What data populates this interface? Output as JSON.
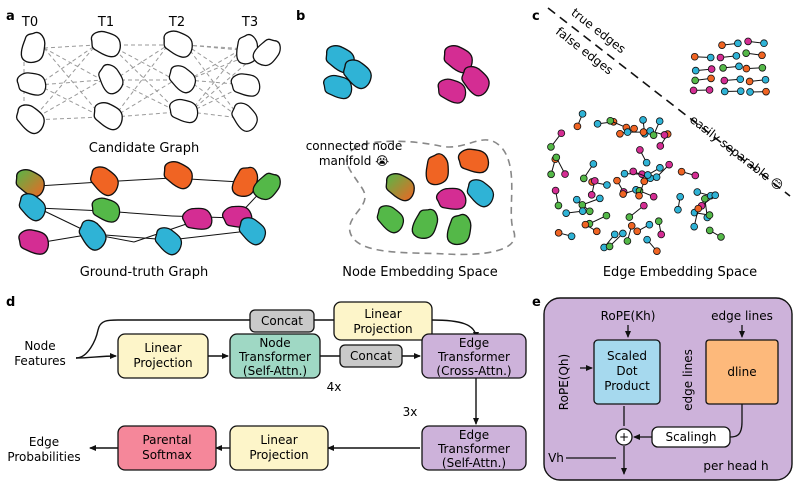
{
  "panels": {
    "a": {
      "letter": "a",
      "time_labels": [
        "T0",
        "T1",
        "T2",
        "T3"
      ],
      "candidate_caption": "Candidate Graph",
      "ground_truth_caption": "Ground-truth Graph"
    },
    "b": {
      "letter": "b",
      "manifold_label_line1": "connected node",
      "manifold_label_line2": "manifold 😭",
      "caption": "Node Embedding Space"
    },
    "c": {
      "letter": "c",
      "true_edges_label": "true edges",
      "false_edges_label": "false edges",
      "separable_label": "easily separable 😊",
      "caption": "Edge Embedding Space"
    },
    "d": {
      "letter": "d",
      "node_features_line1": "Node",
      "node_features_line2": "Features",
      "edge_probabilities_line1": "Edge",
      "edge_probabilities_line2": "Probabilities",
      "concat_top": "Concat",
      "linear_projection_top_line1": "Linear",
      "linear_projection_top_line2": "Projection",
      "linear_projection_left_line1": "Linear",
      "linear_projection_left_line2": "Projection",
      "node_transformer_line1": "Node",
      "node_transformer_line2": "Transformer",
      "node_transformer_line3": "(Self-Attn.)",
      "concat_mid": "Concat",
      "edge_transformer_cross_line1": "Edge",
      "edge_transformer_cross_line2": "Transformer",
      "edge_transformer_cross_line3": "(Cross-Attn.)",
      "repeat_4x": "4x",
      "repeat_3x": "3x",
      "edge_transformer_self_line1": "Edge",
      "edge_transformer_self_line2": "Transformer",
      "edge_transformer_self_line3": "(Self-Attn.)",
      "linear_projection_bottom_line1": "Linear",
      "linear_projection_bottom_line2": "Projection",
      "parental_softmax_line1": "Parental",
      "parental_softmax_line2": "Softmax"
    },
    "e": {
      "letter": "e",
      "rope_k": "RoPE(Kh)",
      "edge_lines_top": "edge lines",
      "rope_q": "RoPE(Qh)",
      "scaled_line1": "Scaled",
      "scaled_line2": "Dot",
      "scaled_line3": "Product",
      "edge_lines_side": "edge lines",
      "d_line": "dline",
      "plus": "+",
      "scaling": "Scalingh",
      "v_h": "Vh",
      "per_head": "per head h"
    }
  },
  "colors": {
    "orange": "#f06423",
    "blue": "#2fb3d6",
    "pink": "#d42d93",
    "green": "#54b848",
    "yellow_box": "#fdf5c9",
    "teal_box": "#9fd8c4",
    "purple_box": "#cdb2da",
    "gray_box": "#c9c9c9",
    "pink_box": "#f5879a",
    "panel_e_bg": "#cdb2da",
    "sdp_box": "#a6d9ee",
    "dline_box": "#fdb97b"
  }
}
